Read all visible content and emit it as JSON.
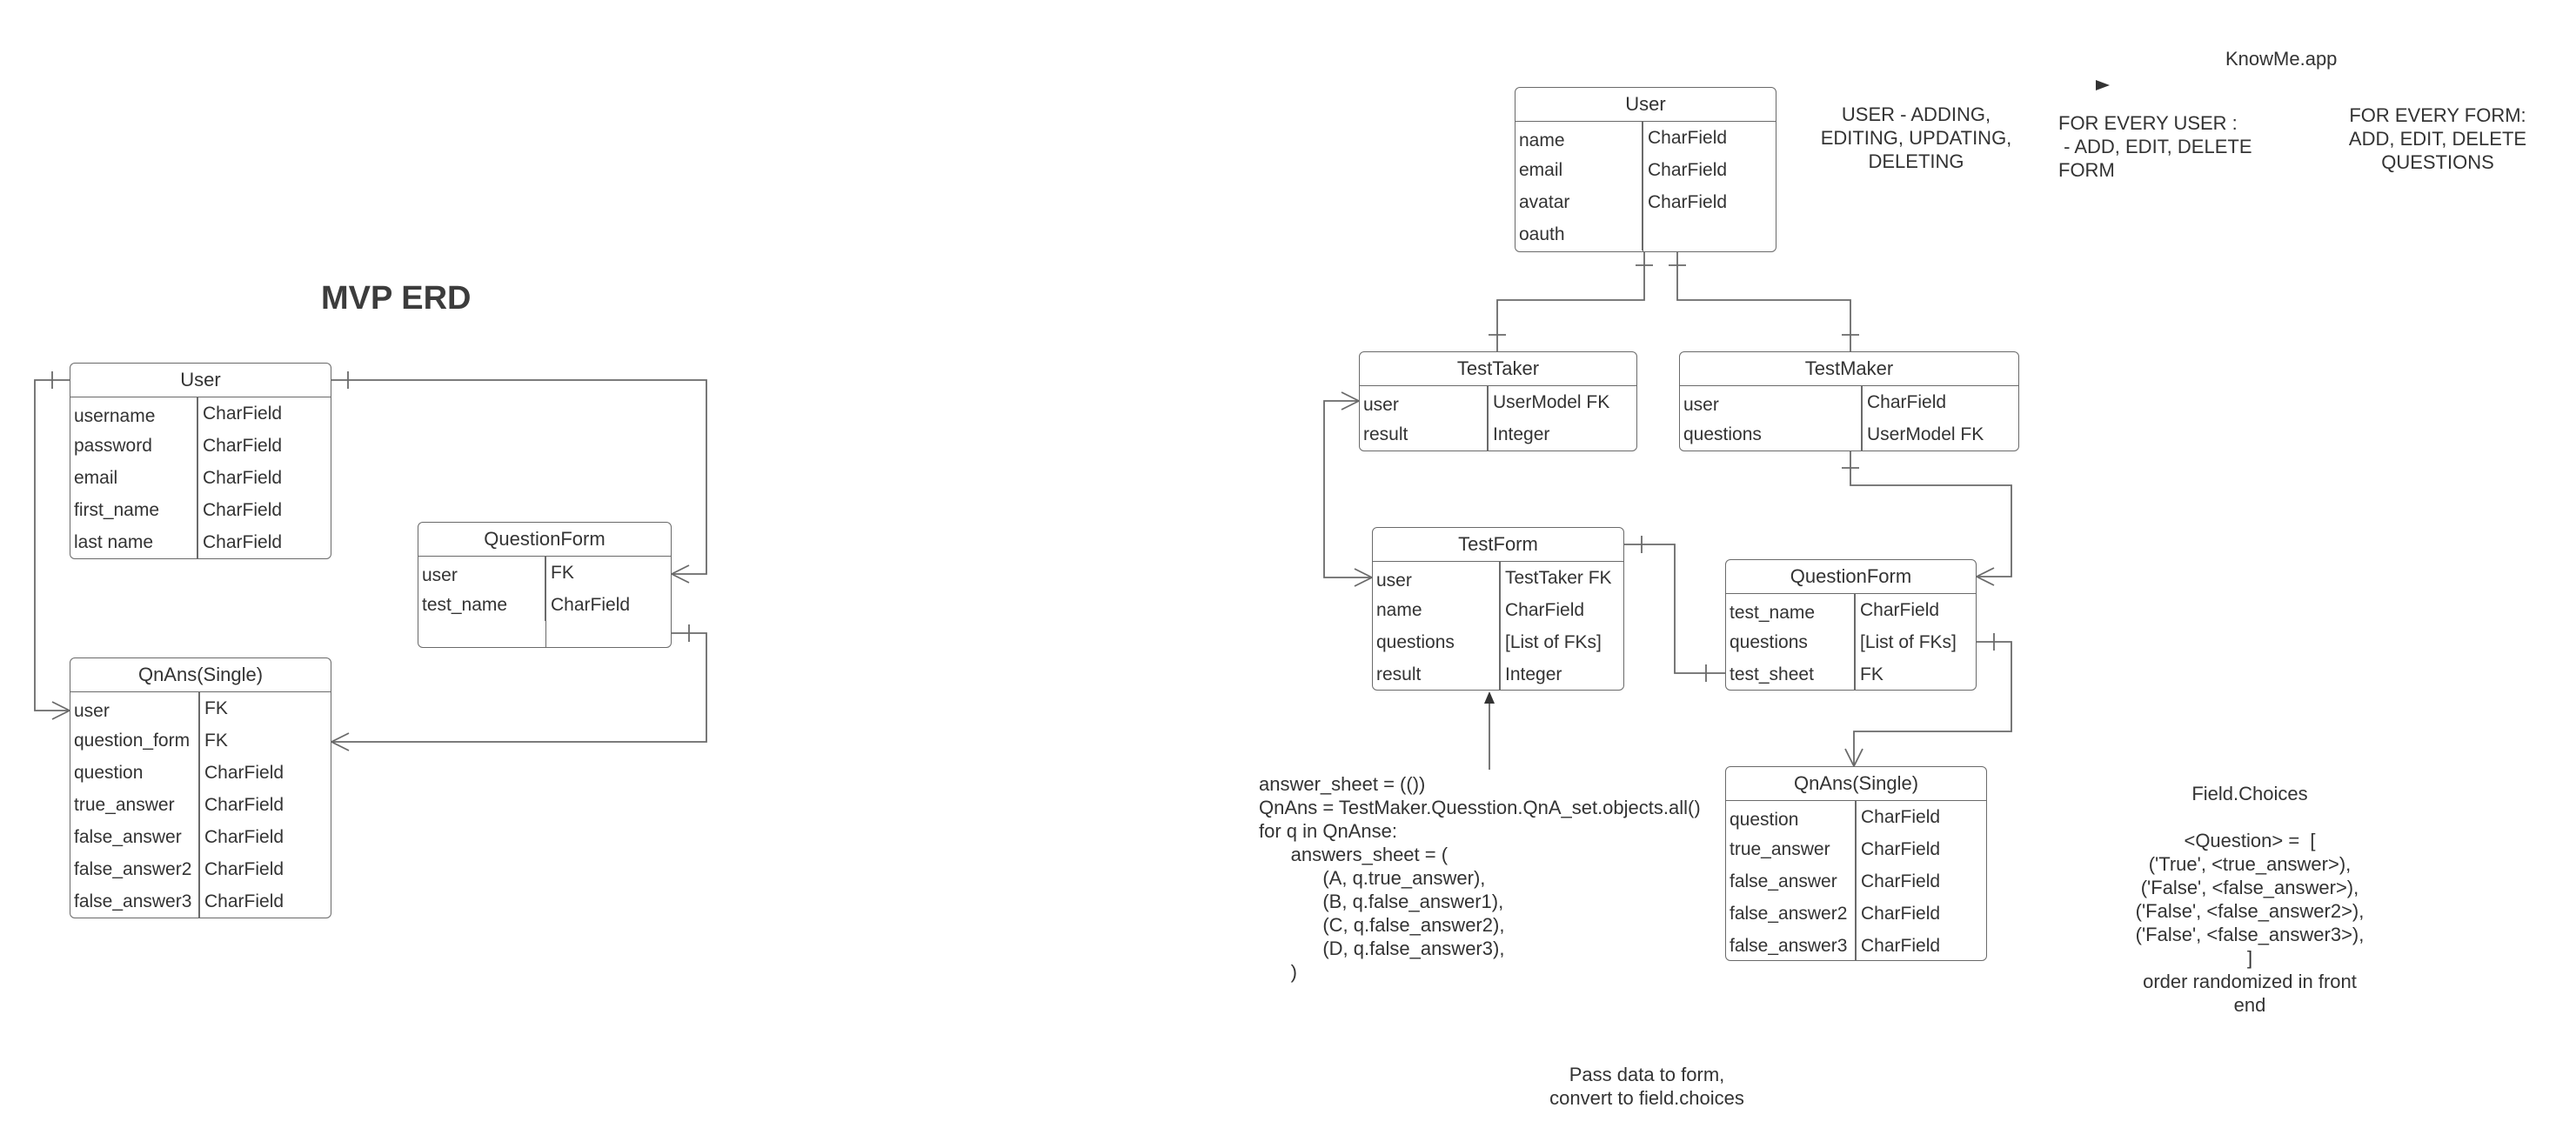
{
  "left_title": "MVP ERD",
  "app_name": "KnowMe.app",
  "left_entities": {
    "user": {
      "title": "User",
      "rows": [
        [
          "username",
          "CharField"
        ],
        [
          "password",
          "CharField"
        ],
        [
          "email",
          "CharField"
        ],
        [
          "first_name",
          "CharField"
        ],
        [
          "last name",
          "CharField"
        ]
      ]
    },
    "question_form": {
      "title": "QuestionForm",
      "rows": [
        [
          "user",
          "FK"
        ],
        [
          "test_name",
          "CharField"
        ]
      ]
    },
    "qnans": {
      "title": "QnAns(Single)",
      "rows": [
        [
          "user",
          "FK"
        ],
        [
          "question_form",
          "FK"
        ],
        [
          "question",
          "CharField"
        ],
        [
          "true_answer",
          "CharField"
        ],
        [
          "false_answer",
          "CharField"
        ],
        [
          "false_answer2",
          "CharField"
        ],
        [
          "false_answer3",
          "CharField"
        ]
      ]
    }
  },
  "right_entities": {
    "user": {
      "title": "User",
      "rows": [
        [
          "name",
          "CharField"
        ],
        [
          "email",
          "CharField"
        ],
        [
          "avatar",
          "CharField"
        ],
        [
          "oauth",
          ""
        ]
      ]
    },
    "test_taker": {
      "title": "TestTaker",
      "rows": [
        [
          "user",
          "UserModel FK"
        ],
        [
          "result",
          "Integer"
        ]
      ]
    },
    "test_maker": {
      "title": "TestMaker",
      "rows": [
        [
          "user",
          "CharField"
        ],
        [
          "questions",
          "UserModel FK"
        ]
      ]
    },
    "test_form": {
      "title": "TestForm",
      "rows": [
        [
          "user",
          "TestTaker FK"
        ],
        [
          "name",
          "CharField"
        ],
        [
          "questions",
          "[List of FKs]"
        ],
        [
          "result",
          "Integer"
        ]
      ]
    },
    "question_form": {
      "title": "QuestionForm",
      "rows": [
        [
          "test_name",
          "CharField"
        ],
        [
          "questions",
          "[List of FKs]"
        ],
        [
          "test_sheet",
          "FK"
        ]
      ]
    },
    "qnans": {
      "title": "QnAns(Single)",
      "rows": [
        [
          "question",
          "CharField"
        ],
        [
          "true_answer",
          "CharField"
        ],
        [
          "false_answer",
          "CharField"
        ],
        [
          "false_answer2",
          "CharField"
        ],
        [
          "false_answer3",
          "CharField"
        ]
      ]
    }
  },
  "notes": {
    "user_crud": [
      "USER - ADDING,",
      "EDITING, UPDATING,",
      "DELETING"
    ],
    "every_user": [
      "FOR EVERY USER :",
      " - ADD, EDIT, DELETE",
      "FORM"
    ],
    "every_form": [
      "FOR EVERY FORM:",
      "ADD, EDIT, DELETE",
      "QUESTIONS"
    ],
    "code": [
      "answer_sheet = (())",
      "QnAns = TestMaker.Quesstion.QnA_set.objects.all()",
      "for q in QnAnse:",
      "      answers_sheet = (",
      "            (A, q.true_answer),",
      "            (B, q.false_answer1),",
      "            (C, q.false_answer2),",
      "            (D, q.false_answer3),",
      "      )"
    ],
    "field_choices": [
      "Field.Choices",
      "",
      "<Question> =  [",
      "('True', <true_answer>),",
      "('False', <false_answer>),",
      "('False', <false_answer2>),",
      "('False', <false_answer3>),",
      "]",
      "order randomized in front",
      "end"
    ],
    "pass_data": [
      "Pass data to form,",
      "convert to field.choices"
    ]
  },
  "colors": {
    "line": "#6a6a6a",
    "text": "#333333",
    "border": "#6a6a6a"
  }
}
